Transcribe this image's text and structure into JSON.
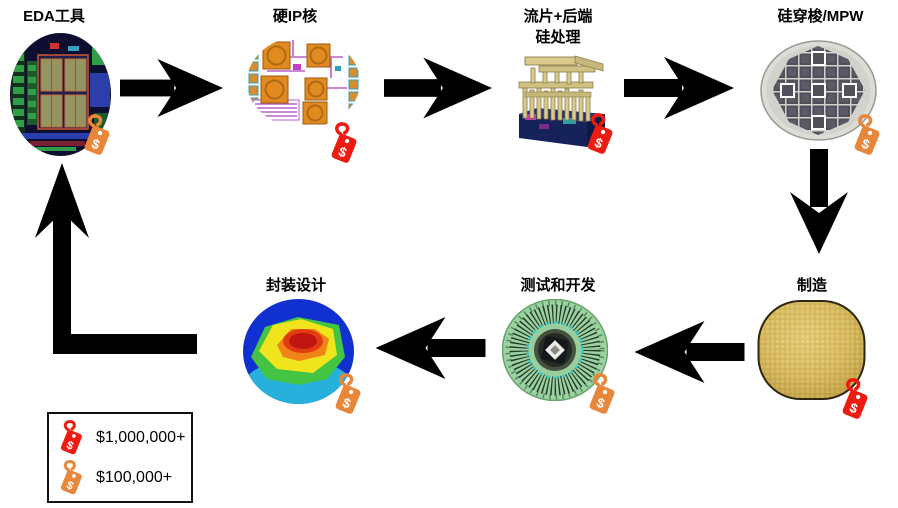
{
  "diagram": {
    "tag_symbol": "$",
    "colors": {
      "red": "#ed1b10",
      "orange": "#e8873a",
      "arrow": "#000000"
    },
    "nodes": [
      {
        "id": "eda-tools",
        "label": "EDA工具",
        "cost_tier": "$100,000+",
        "tag_color": "orange"
      },
      {
        "id": "hard-ip-core",
        "label": "硬IP核",
        "cost_tier": "$1,000,000+",
        "tag_color": "red"
      },
      {
        "id": "tapeout-backend",
        "label": "流片+后端\n硅处理",
        "cost_tier": "$1,000,000+",
        "tag_color": "red"
      },
      {
        "id": "silicon-shuttle",
        "label": "硅穿梭/MPW",
        "cost_tier": "$100,000+",
        "tag_color": "orange"
      },
      {
        "id": "fabrication",
        "label": "制造",
        "cost_tier": "$1,000,000+",
        "tag_color": "red"
      },
      {
        "id": "test-dev",
        "label": "测试和开发",
        "cost_tier": "$100,000+",
        "tag_color": "orange"
      },
      {
        "id": "package-design",
        "label": "封装设计",
        "cost_tier": "$100,000+",
        "tag_color": "orange"
      }
    ],
    "edges": [
      {
        "from": "eda-tools",
        "to": "hard-ip-core"
      },
      {
        "from": "hard-ip-core",
        "to": "tapeout-backend"
      },
      {
        "from": "tapeout-backend",
        "to": "silicon-shuttle"
      },
      {
        "from": "silicon-shuttle",
        "to": "fabrication"
      },
      {
        "from": "fabrication",
        "to": "test-dev"
      },
      {
        "from": "test-dev",
        "to": "package-design"
      },
      {
        "from": "package-design",
        "to": "eda-tools"
      }
    ],
    "legend": {
      "items": [
        {
          "tag_color": "red",
          "label": "$1,000,000+"
        },
        {
          "tag_color": "orange",
          "label": "$100,000+"
        }
      ]
    }
  }
}
